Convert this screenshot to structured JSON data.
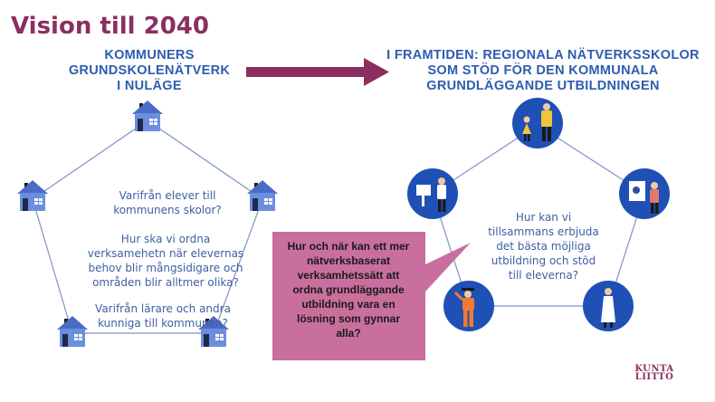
{
  "title": "Vision till 2040",
  "left_heading": "KOMMUNERS\nGRUNDSKOLENÄTVERK\nI NULÄGE",
  "right_heading": "I FRAMTIDEN: REGIONALA NÄTVERKSSKOLOR\nSOM STÖD FÖR DEN KOMMUNALA\nGRUNDLÄGGANDE UTBILDNINGEN",
  "left_questions": [
    "Varifrån elever till\nkommunens skolor?",
    "Hur ska vi ordna\nverksamehetn när elevernas\nbehov blir mångsidigare och\nområden blir alltmer olika?",
    "Varifrån lärare och andra\nkunniga till kommunen?"
  ],
  "right_question": "Hur kan vi\ntillsammans erbjuda\ndet bästa möjliga\nutbildning och stöd\ntill eleverna?",
  "callout": "Hur och när kan ett mer\nnätverksbaserat\nverksamhetssätt  att\nordna grundläggande\nutbildning vara en\nlösning som gynnar\nalla?",
  "logo": {
    "line1": "KUNTA",
    "line2": "LIITTO"
  },
  "colors": {
    "title": "#8b2f60",
    "heading": "#2d5db0",
    "arrow": "#8b2f60",
    "house": "#5b7fd4",
    "circle": "#1f50b5",
    "callout": "#c96f9d",
    "lines": "#7e93c4"
  },
  "icons": {
    "house": "house-icon",
    "people": [
      "family-people-icon",
      "teacher-board-icon",
      "presenter-screen-icon",
      "graduate-student-icon",
      "scientist-icon"
    ]
  }
}
